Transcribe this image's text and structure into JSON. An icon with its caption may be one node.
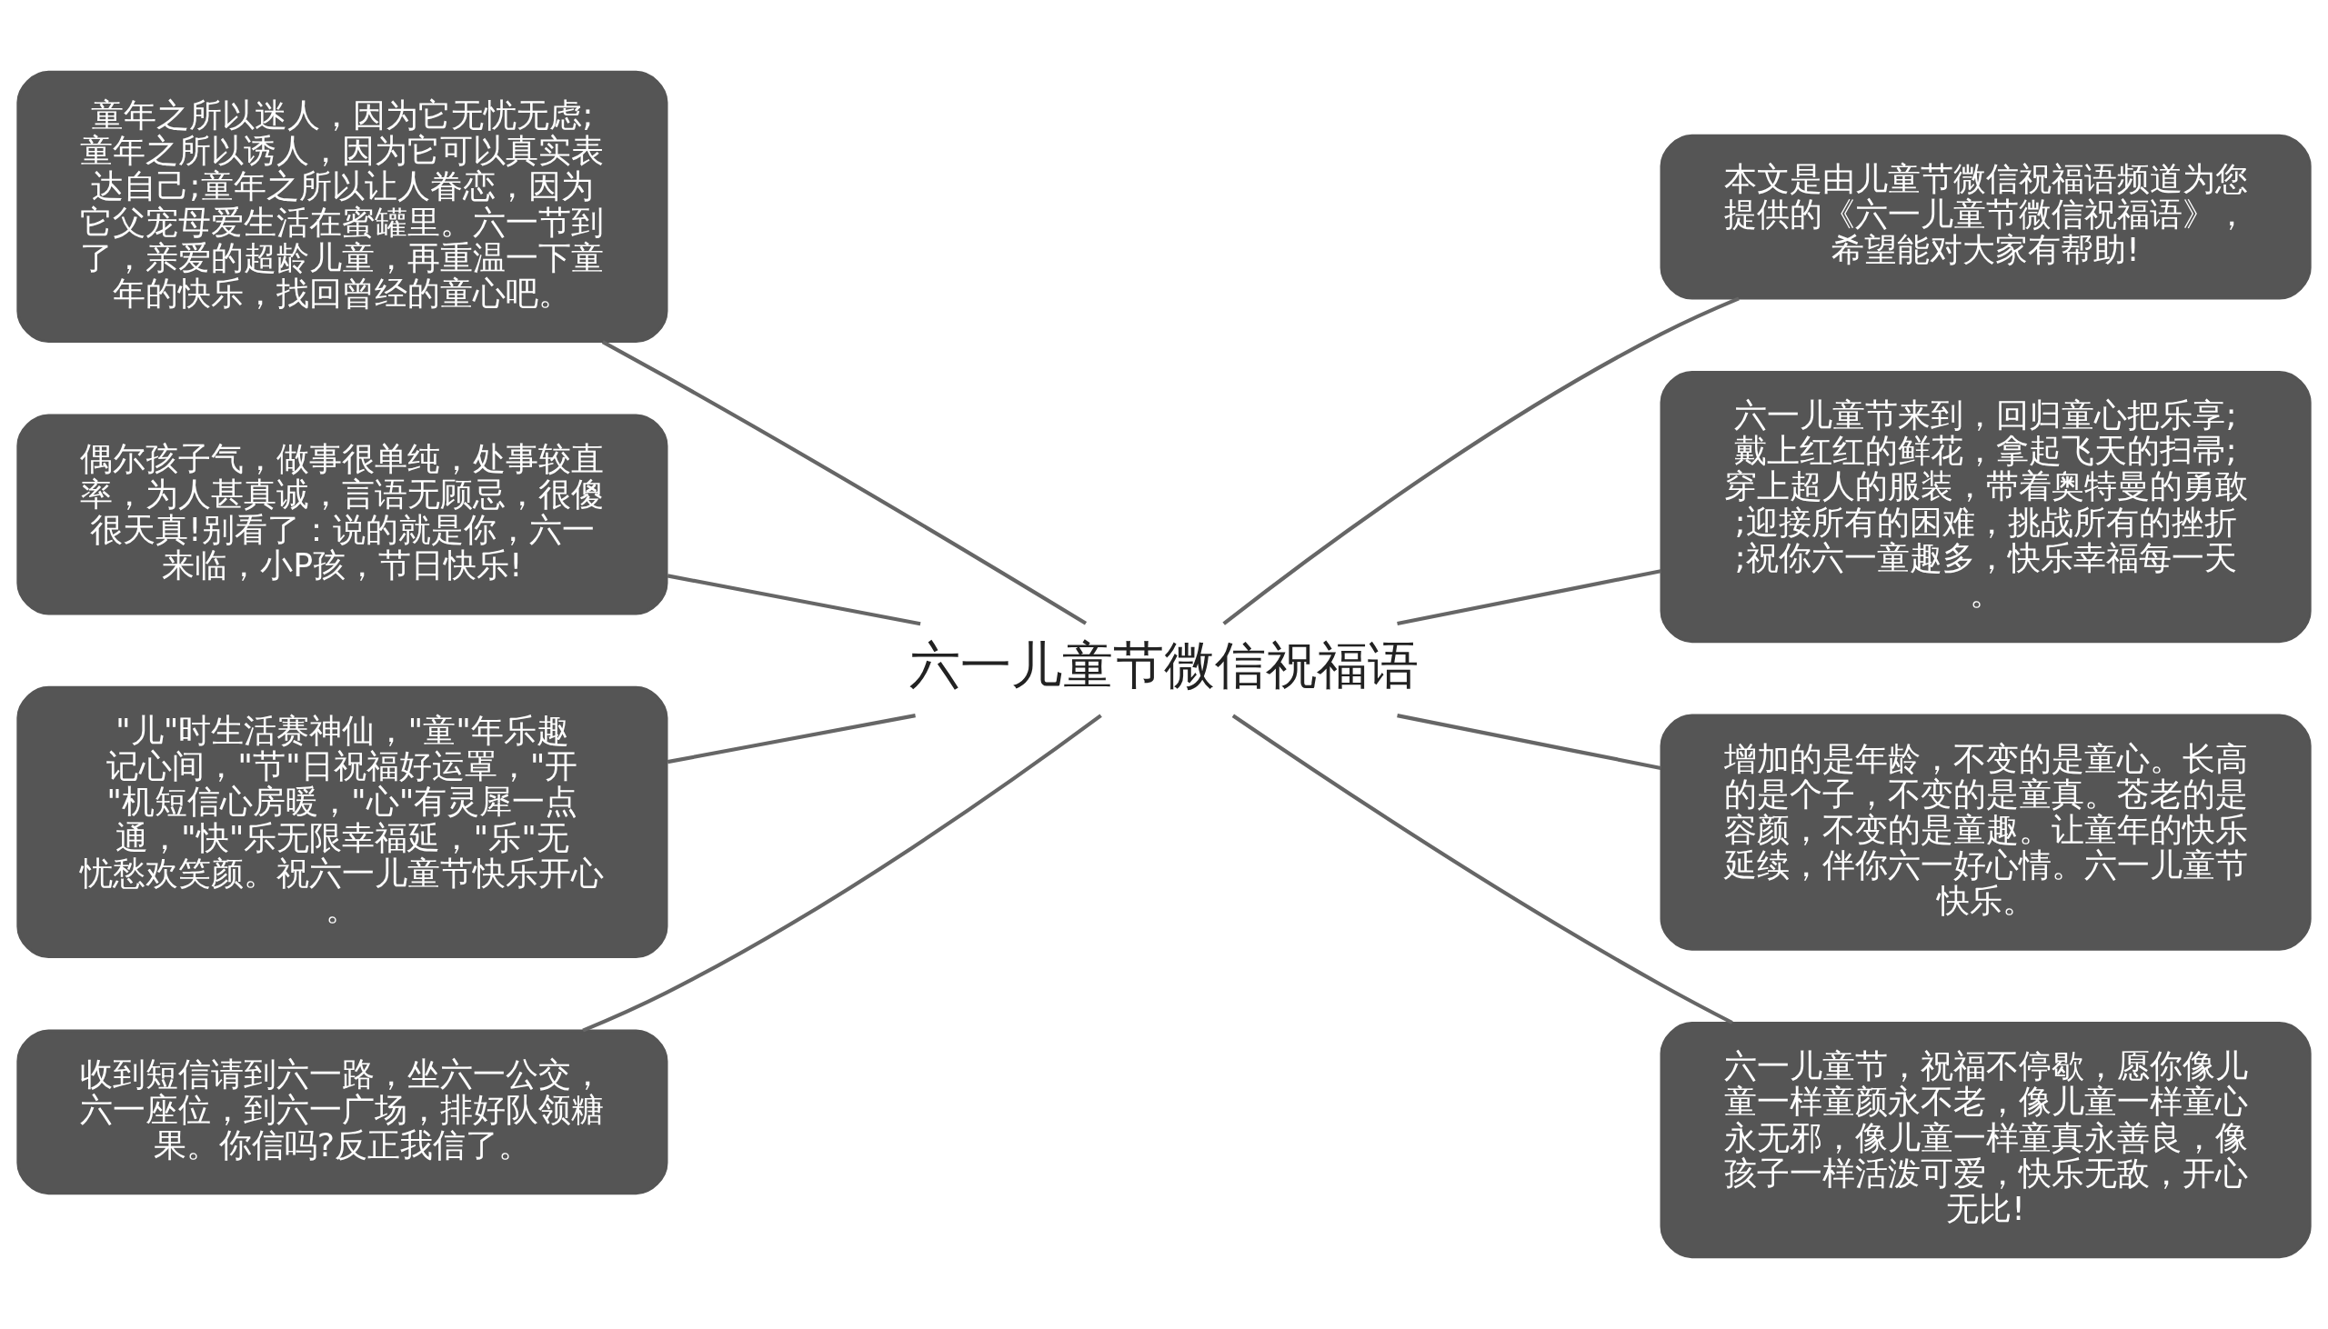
{
  "diagram": {
    "nodes": [
      {
        "text": [
          "六一儿童节微信祝福语"
        ]
      },
      {
        "text": [
          "童年之所以迷人，因为它无忧无虑;童年之所以诱人，因为它可以真实表达自己;童年之所以让人眷恋，因为它父宠母爱生活在蜜罐里。六一节到了，亲爱的超龄儿童，再重温一下童年的快乐，找回曾经的童心吧。"
        ]
      },
      {
        "text": [
          "偶尔孩子气，做事很单纯，处事较直率，为人甚真诚，言语无顾忌，很傻很天真!别看了：说的就是你，六一来临，小P孩，节日快乐!"
        ]
      },
      {
        "text": [
          "\"儿\"时生活赛神仙，\"童\"年乐趣记心间，\"节\"日祝福好运罩，\"开\"机短信心房暖，\"心\"有灵犀一点通，\"快\"乐无限幸福延，\"乐\"无忧愁欢笑颜。祝六一儿童节快乐开心。"
        ]
      },
      {
        "text": [
          "收到短信请到六一路，坐六一公交，六一座位，到六一广场，排好队领糖果。你信吗?反正我信了。"
        ]
      },
      {
        "text": [
          "本文是由儿童节微信祝福语频道为您提供的《六一儿童节微信祝福语》，希望能对大家有帮助!"
        ]
      },
      {
        "text": [
          "六一儿童节来到，回归童心把乐享;戴上红红的鲜花，拿起飞天的扫帚;穿上超人的服装，带着奥特曼的勇敢;迎接所有的困难，挑战所有的挫折;祝你六一童趣多，快乐幸福每一天。"
        ]
      },
      {
        "text": [
          "增加的是年龄，不变的是童心。长高的是个子，不变的是童真。苍老的是容颜，不变的是童趣。让童年的快乐延续，伴你六一好心情。六一儿童节快乐。"
        ]
      },
      {
        "text": [
          "六一儿童节，祝福不停歇，愿你像儿童一样童颜永不老，像儿童一样童心永无邪，像儿童一样童真永善良，像孩子一样活泼可爱，快乐无敌，开心无比!"
        ]
      }
    ],
    "edges": [
      {
        "from": 1,
        "to": 0,
        "arrow": "none"
      },
      {
        "from": 2,
        "to": 0,
        "arrow": "none"
      },
      {
        "from": 3,
        "to": 0,
        "arrow": "none"
      },
      {
        "from": 4,
        "to": 0,
        "arrow": "none"
      },
      {
        "from": 0,
        "to": 5,
        "arrow": "none"
      },
      {
        "from": 0,
        "to": 6,
        "arrow": "none"
      },
      {
        "from": 0,
        "to": 7,
        "arrow": "none"
      },
      {
        "from": 0,
        "to": 8,
        "arrow": "none"
      }
    ]
  }
}
